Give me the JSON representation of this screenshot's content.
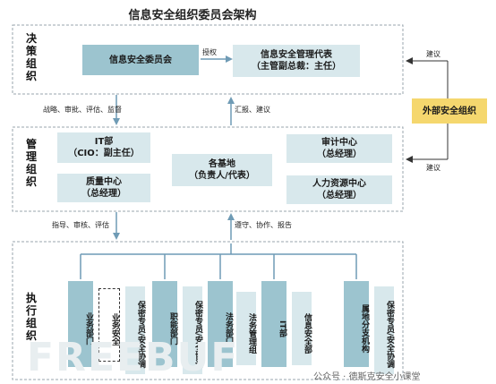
{
  "title": "信息安全组织委员会架构",
  "layers": {
    "decision": "决策组织",
    "management": "管理组织",
    "execution": "执行组织"
  },
  "decision": {
    "committee": "信息安全委员会",
    "representative_line1": "信息安全管理代表",
    "representative_line2": "（主管副总裁：主任）"
  },
  "management": {
    "it_line1": "IT部",
    "it_line2": "（CIO：副主任）",
    "quality_line1": "质量中心",
    "quality_line2": "（总经理）",
    "bases_line1": "各基地",
    "bases_line2": "（负责人/代表）",
    "audit_line1": "审计中心",
    "audit_line2": "（总经理）",
    "hr_line1": "人力资源中心",
    "hr_line2": "（总经理）"
  },
  "external": "外部安全组织",
  "edges": {
    "authorize": "授权",
    "advise_top": "建议",
    "advise_bottom": "建议",
    "strategy": "战略、审批、评估、监督",
    "report": "汇报、建议",
    "guide": "指导、审核、评估",
    "comply": "遵守、协作、报告"
  },
  "execution": {
    "business": "业务部门",
    "business_security": "业务安全",
    "secrecy_1": "保密专员/安全协调",
    "functional": "职能部门",
    "secrecy_2": "保密专员/安全协调",
    "legal": "法务部门",
    "legal_management": "法务管理组",
    "it": "IT部",
    "info_security": "信息安全部",
    "branches": "属地分支机构",
    "secrecy_3": "保密专员/安全协调"
  },
  "watermark": "公众号 · 德斯克安全小课堂",
  "watermark_logo": "FREEBUF",
  "colors": {
    "teal": "#9cc4cf",
    "pale": "#d8e8ec",
    "gold": "#f5d76e",
    "arrow": "#6f9bb5"
  }
}
